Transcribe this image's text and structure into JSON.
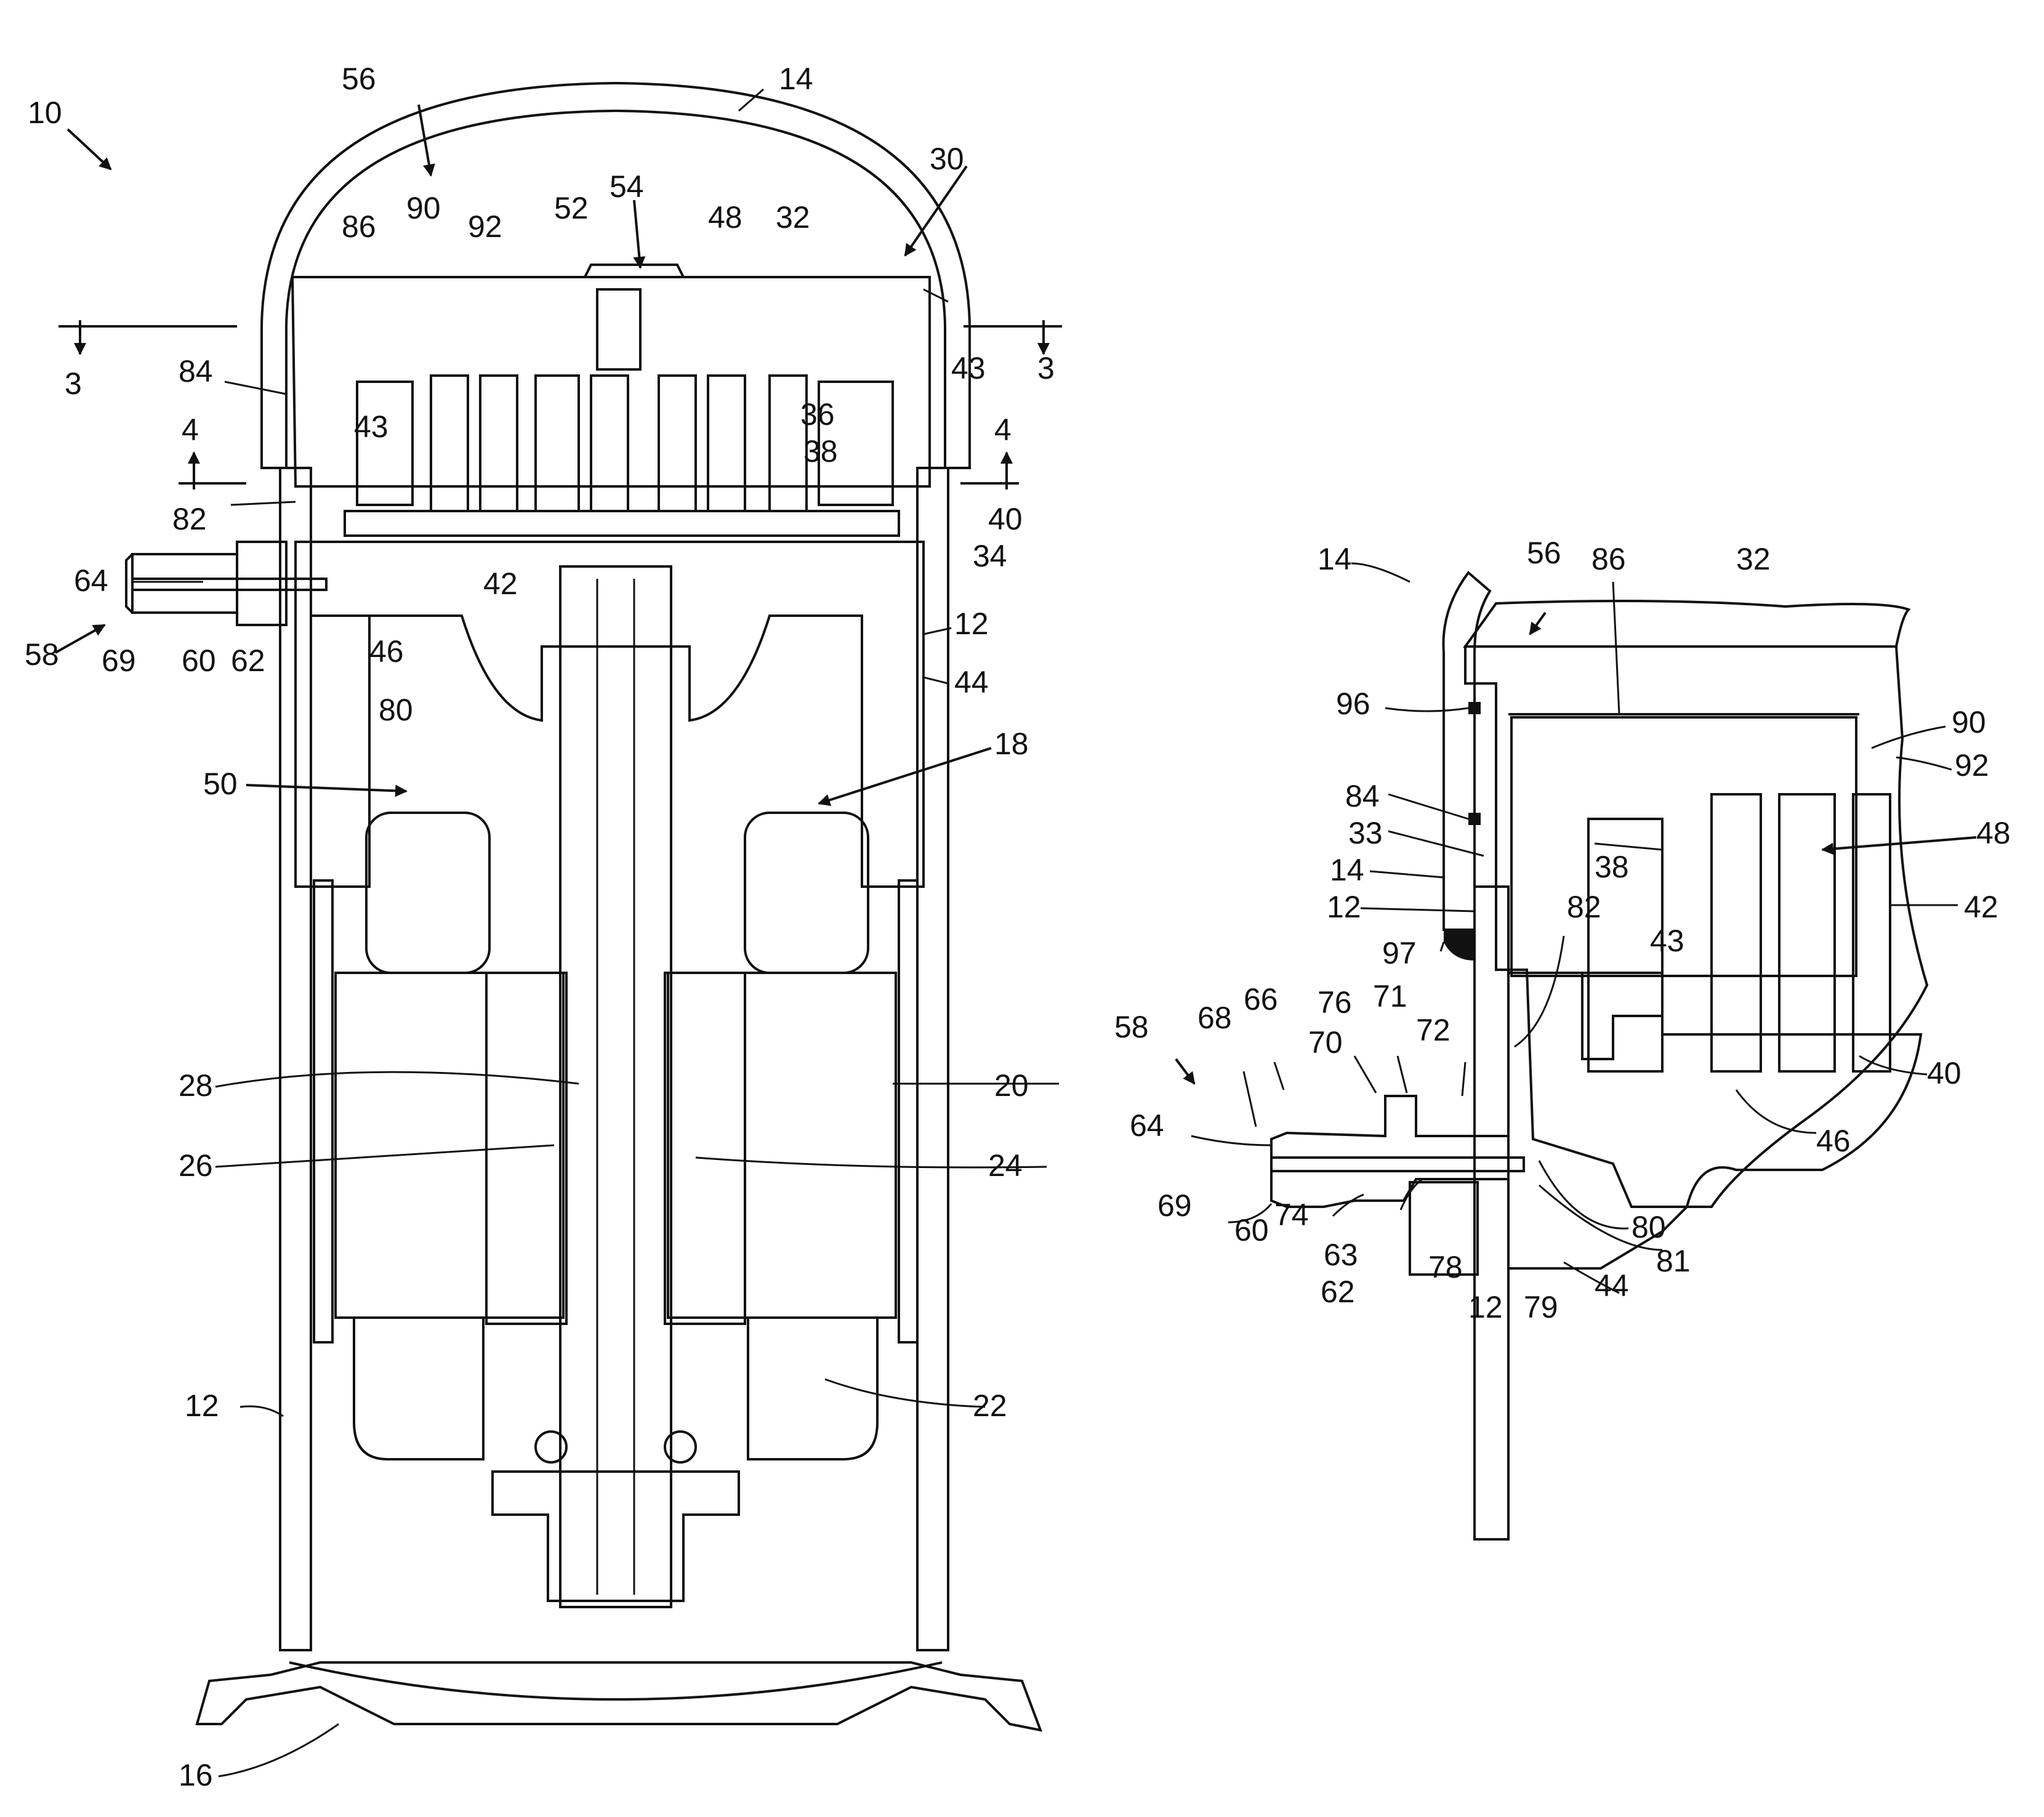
{
  "figure_main": {
    "reference_numerals": {
      "compressor": "10",
      "shell": "12",
      "shell_lower": "12",
      "cap": "14",
      "base": "16",
      "motor": "18",
      "stator": "20",
      "windings": "22",
      "rotor": "24",
      "bore": "26",
      "crankshaft": "28",
      "scroll_assembly": "30",
      "non_orbiting_scroll": "32",
      "end_plate": "34",
      "scroll_wrap_36": "36",
      "scroll_wrap_38": "38",
      "orbiting_end_plate": "40",
      "orbiting_wrap": "42",
      "oldham_43a": "43",
      "oldham_43b": "43",
      "bearing_housing": "44",
      "thrust_surface": "46",
      "pockets": "48",
      "suction_chamber": "50",
      "discharge_passage": "52",
      "discharge_valve": "54",
      "muffler_region": "56",
      "fitting_assembly": "58",
      "fitting_body": "60",
      "fitting_nut": "62",
      "passage": "64",
      "threads": "69",
      "passage_80": "80",
      "passage_82": "82",
      "seal_84": "84",
      "chamber_86": "86",
      "passage_90": "90",
      "passage_92": "92"
    },
    "section_marks": {
      "section_3_left": "3",
      "section_3_right": "3",
      "section_4_left": "4",
      "section_4_right": "4"
    }
  },
  "figure_detail": {
    "reference_numerals": {
      "cap": "14",
      "cap_b": "14",
      "shell": "12",
      "shell_b": "12",
      "non_orbiting_scroll": "32",
      "flange_33": "33",
      "orbiting_end_plate": "40",
      "orbiting_wrap": "42",
      "oldham": "43",
      "bearing_housing": "44",
      "thrust_surface": "46",
      "pockets": "48",
      "region_56": "56",
      "fitting_assembly": "58",
      "fitting_body": "60",
      "fitting_nut": "62",
      "nut_face": "63",
      "passage": "64",
      "shoulder_66": "66",
      "groove_68": "68",
      "threads": "69",
      "surface_70": "70",
      "surface_71": "71",
      "surface_72": "72",
      "tube_74": "74",
      "seal_76": "76",
      "weld_78": "78",
      "seal_79": "79",
      "passage_80": "80",
      "seal_81": "81",
      "passage_82": "82",
      "seal_84": "84",
      "chamber_86": "86",
      "passage_90": "90",
      "passage_92": "92",
      "seal_96": "96",
      "weld_97": "97",
      "scroll_38": "38"
    }
  }
}
